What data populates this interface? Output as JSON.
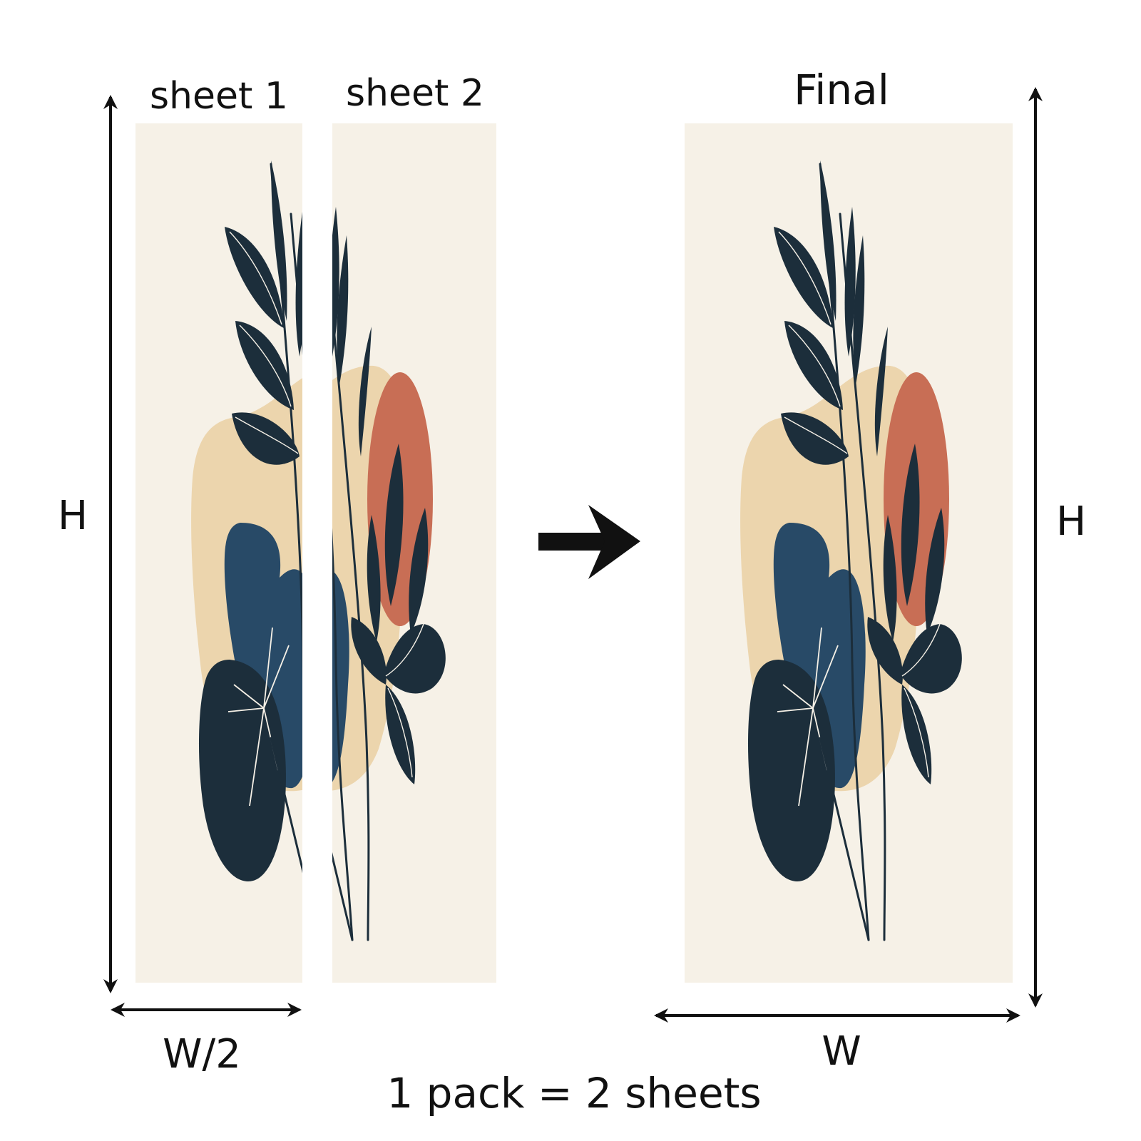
{
  "labels": {
    "sheet1": "sheet 1",
    "sheet2": "sheet 2",
    "final": "Final",
    "height_left": "H",
    "height_right": "H",
    "width_half": "W/2",
    "width_full": "W",
    "pack_note": "1 pack = 2 sheets"
  },
  "icons": {
    "transform_arrow": "arrow-right-icon"
  },
  "colors": {
    "background": "#ffffff",
    "panel": "#f6f1e7",
    "beige": "#ecd5ad",
    "dark_leaf": "#1c2e3b",
    "blue_leaf": "#284a67",
    "terracotta": "#c86e55",
    "arrow": "#111111"
  }
}
